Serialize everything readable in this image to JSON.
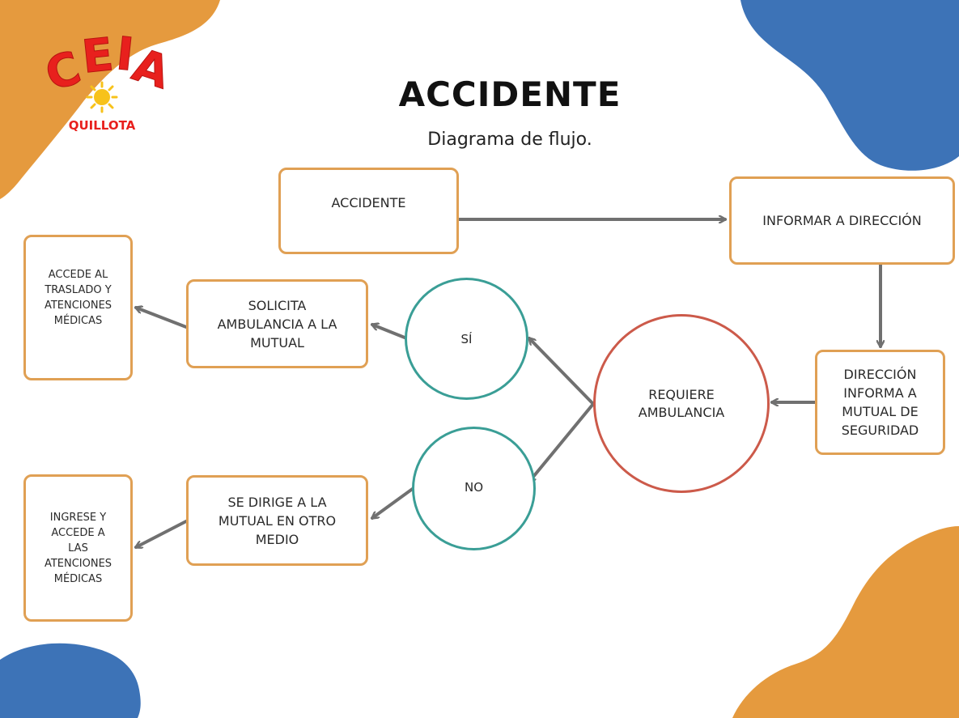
{
  "colors": {
    "orange_blob": "#e59a3e",
    "blue_blob": "#3d73b7",
    "box_border": "#e0a054",
    "teal": "#3a9e96",
    "red": "#cc5a4a",
    "arrow": "#707070",
    "logo_red": "#e8201d",
    "logo_yellow": "#f7c21a"
  },
  "logo": {
    "mark": "CEIA",
    "place": "QUILLOTA",
    "icon": "sun-icon"
  },
  "header": {
    "title": "ACCIDENTE",
    "subtitle": "Diagrama de flujo."
  },
  "nodes": {
    "accidente": "ACCIDENTE",
    "informar": "INFORMAR A DIRECCIÓN",
    "direccion": "DIRECCIÓN\nINFORMA A\nMUTUAL DE\nSEGURIDAD",
    "requiere": "REQUIERE\nAMBULANCIA",
    "si": "SÍ",
    "no": "NO",
    "solicita": "SOLICITA\nAMBULANCIA  A LA\nMUTUAL",
    "accede": "ACCEDE AL\nTRASLADO Y\nATENCIONES\nMÉDICAS",
    "se_dirige": "SE DIRIGE A LA\nMUTUAL EN OTRO\nMEDIO",
    "ingrese": "INGRESE Y\nACCEDE A\nLAS\nATENCIONES\nMÉDICAS"
  }
}
